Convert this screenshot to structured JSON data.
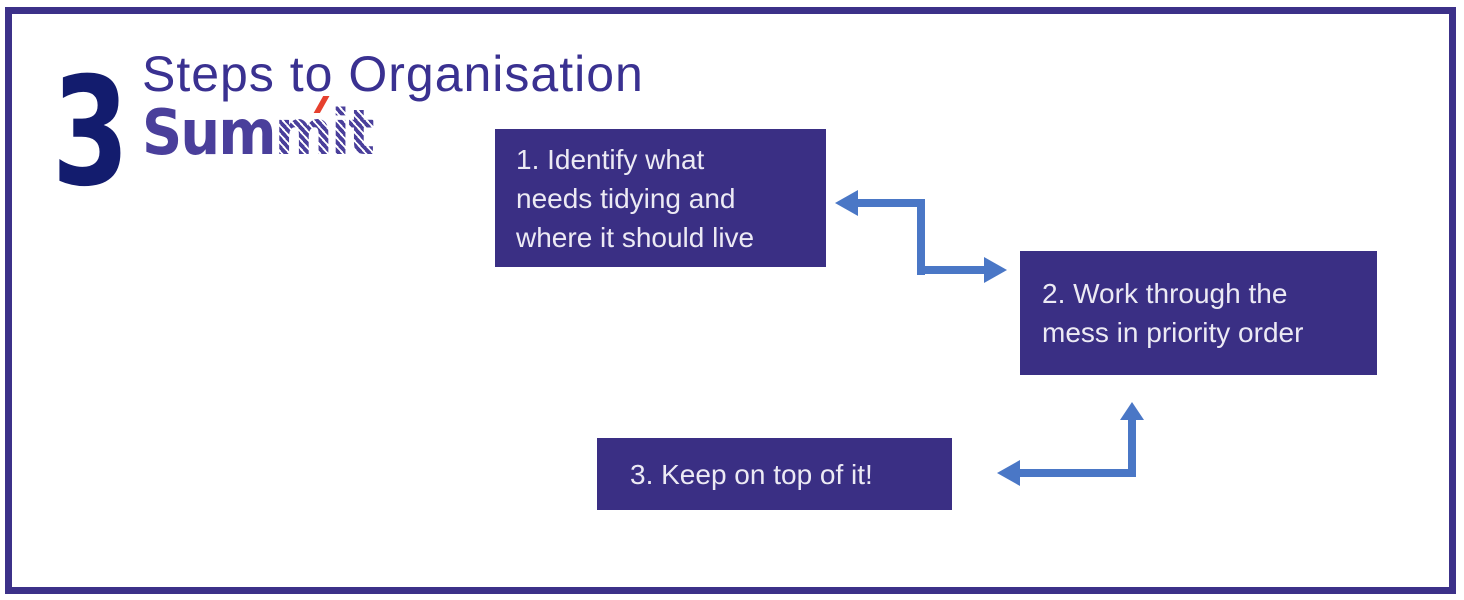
{
  "header": {
    "big_number": "3",
    "title": "Steps to Organisation",
    "logo": {
      "solid": "Sum",
      "hatched": "mit",
      "accent": "red-peak"
    }
  },
  "steps": [
    {
      "label": "1. Identify what\nneeds tidying and\nwhere it should live"
    },
    {
      "label": "2. Work through the\nmess in priority order"
    },
    {
      "label": "3. Keep on top of it!"
    }
  ],
  "connectors": [
    {
      "from": "step-1",
      "to": "step-2",
      "shape": "z-elbow",
      "heads": "both-ends"
    },
    {
      "from": "step-3",
      "to": "step-2",
      "shape": "l-elbow",
      "heads": "both-ends"
    }
  ],
  "colors": {
    "frame": "#3c3189",
    "box-bg": "#3a2f84",
    "box-text": "#eceaf4",
    "arrow": "#4a77c6",
    "number": "#131c6e",
    "title": "#3a3191",
    "logo": "#4a3f9b",
    "logo-accent": "#e6402e",
    "background": "#ffffff"
  }
}
